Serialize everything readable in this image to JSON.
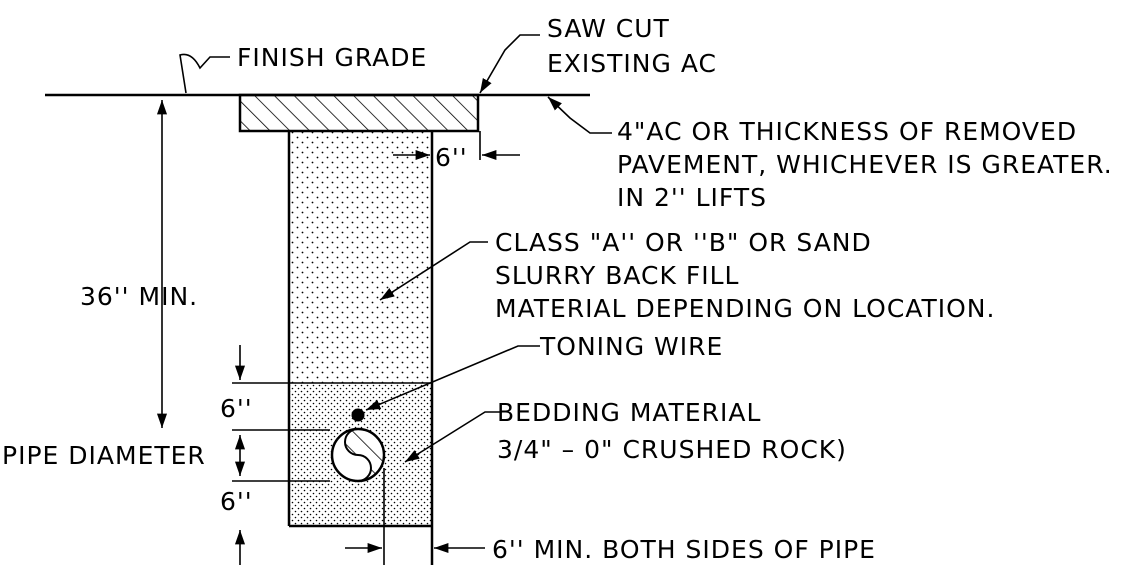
{
  "labels": {
    "finish_grade": "FINISH GRADE",
    "saw_cut_line1": "SAW CUT",
    "saw_cut_line2": "EXISTING AC",
    "ac_line1": "4\"AC OR THICKNESS OF REMOVED",
    "ac_line2": "PAVEMENT, WHICHEVER IS GREATER.",
    "ac_line3": "IN 2'' LIFTS",
    "six_top": "6''",
    "backfill_line1": "CLASS \"A'' OR ''B\" OR SAND",
    "backfill_line2": "SLURRY BACK FILL",
    "backfill_line3": "MATERIAL DEPENDING ON LOCATION.",
    "depth": "36'' MIN.",
    "toning_wire": "TONING WIRE",
    "six_upper": "6''",
    "bedding_line1": "BEDDING MATERIAL",
    "bedding_line2": "3/4\" – 0\" CRUSHED ROCK)",
    "pipe_diameter": "PIPE DIAMETER",
    "six_lower": "6''",
    "six_min_sides": "6'' MIN. BOTH SIDES OF PIPE"
  }
}
